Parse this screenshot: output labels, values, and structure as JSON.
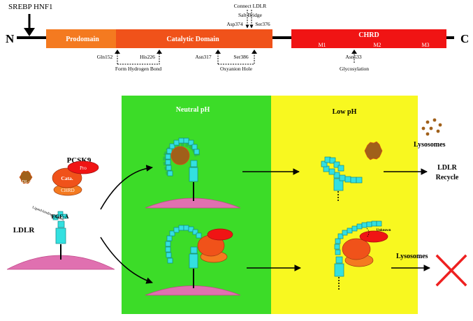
{
  "top_diagram": {
    "regulators": "SREBP HNF1",
    "n_terminus": "N",
    "c_terminus": "C",
    "domains": {
      "prodomain": "Prodomain",
      "catalytic": "Catalytic Domain",
      "chrd": "CHRD",
      "m1": "M1",
      "m2": "M2",
      "m3": "M3"
    },
    "residues": {
      "gln152": "Gln152",
      "his226": "His226",
      "asn317": "Asn317",
      "ser386": "Ser386",
      "asp374": "Asp374",
      "ser376": "Ser376",
      "asn533": "Asn533"
    },
    "annotations": {
      "connect_ldlr": "Connect LDLR",
      "salt_bridge": "Salt Bridge",
      "form_hbond": "Form Hydrogen Bond",
      "oxyanion_hole": "Oxyanion Hole",
      "glycosylation": "Glycosylation"
    }
  },
  "bottom_diagram": {
    "pcsk9_title": "PCSK9",
    "pro_label": "Pro",
    "cata_label": "Cata.",
    "chrd_label": "CHRD",
    "ldlc_label": "LDL-C",
    "ligand_binding_label": "Ligand-binding Domain",
    "egfa_label": "EGF-A",
    "ldlr_label": "LDLR",
    "neutral_ph": "Neutral pH",
    "low_ph": "Low pH",
    "lysosomes_top": "Lysosomes",
    "lysosomes_bottom": "Lysosomes",
    "ldlr_recycle_1": "LDLR",
    "ldlr_recycle_2": "Recycle",
    "unknown_label": "Unknown"
  },
  "colors": {
    "prodomain": "#f47a20",
    "catalytic": "#f0521a",
    "chrd": "#f01414",
    "neutral_bg": "#3cdc28",
    "low_bg": "#f8f820",
    "receptor": "#33e0e0",
    "membrane": "#e070b0",
    "ldlc": "#a0601a"
  }
}
